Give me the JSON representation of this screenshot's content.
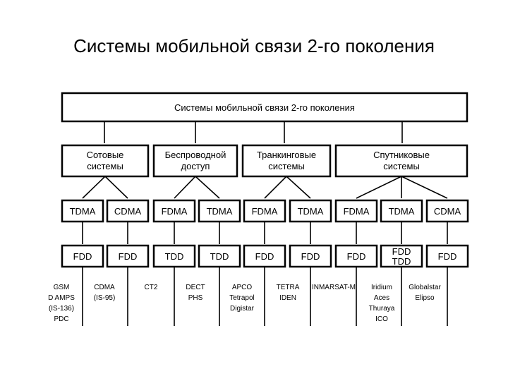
{
  "title": "Системы мобильной связи 2-го поколения",
  "root": {
    "label": "Системы мобильной связи 2-го поколения"
  },
  "categories": [
    {
      "id": "cellular",
      "lines": [
        "Сотовые",
        "системы"
      ]
    },
    {
      "id": "cordless",
      "lines": [
        "Беспроводной",
        "доступ"
      ]
    },
    {
      "id": "trunking",
      "lines": [
        "Транкинговые",
        "системы"
      ]
    },
    {
      "id": "satellite",
      "lines": [
        "Спутниковые",
        "системы"
      ]
    }
  ],
  "access_methods": [
    "TDMA",
    "CDMA",
    "FDMA",
    "TDMA",
    "FDMA",
    "TDMA",
    "FDMA",
    "TDMA",
    "CDMA"
  ],
  "duplex_modes": [
    [
      "FDD"
    ],
    [
      "FDD"
    ],
    [
      "TDD"
    ],
    [
      "TDD"
    ],
    [
      "FDD"
    ],
    [
      "FDD"
    ],
    [
      "FDD"
    ],
    [
      "FDD",
      "TDD"
    ],
    [
      "FDD"
    ]
  ],
  "standards": [
    [
      "GSM",
      "D AMPS",
      "(IS-136)",
      "PDC"
    ],
    [
      "CDMA",
      "(IS-95)"
    ],
    [
      "CT2"
    ],
    [
      "DECT",
      "PHS"
    ],
    [
      "APCO",
      "Tetrapol",
      "Digistar"
    ],
    [
      "TETRA",
      "IDEN"
    ],
    [
      "INMARSAT-M"
    ],
    [
      "Iridium",
      "Aces",
      "Thuraya",
      "ICO"
    ],
    [
      "Globalstar",
      "Elipso"
    ]
  ]
}
